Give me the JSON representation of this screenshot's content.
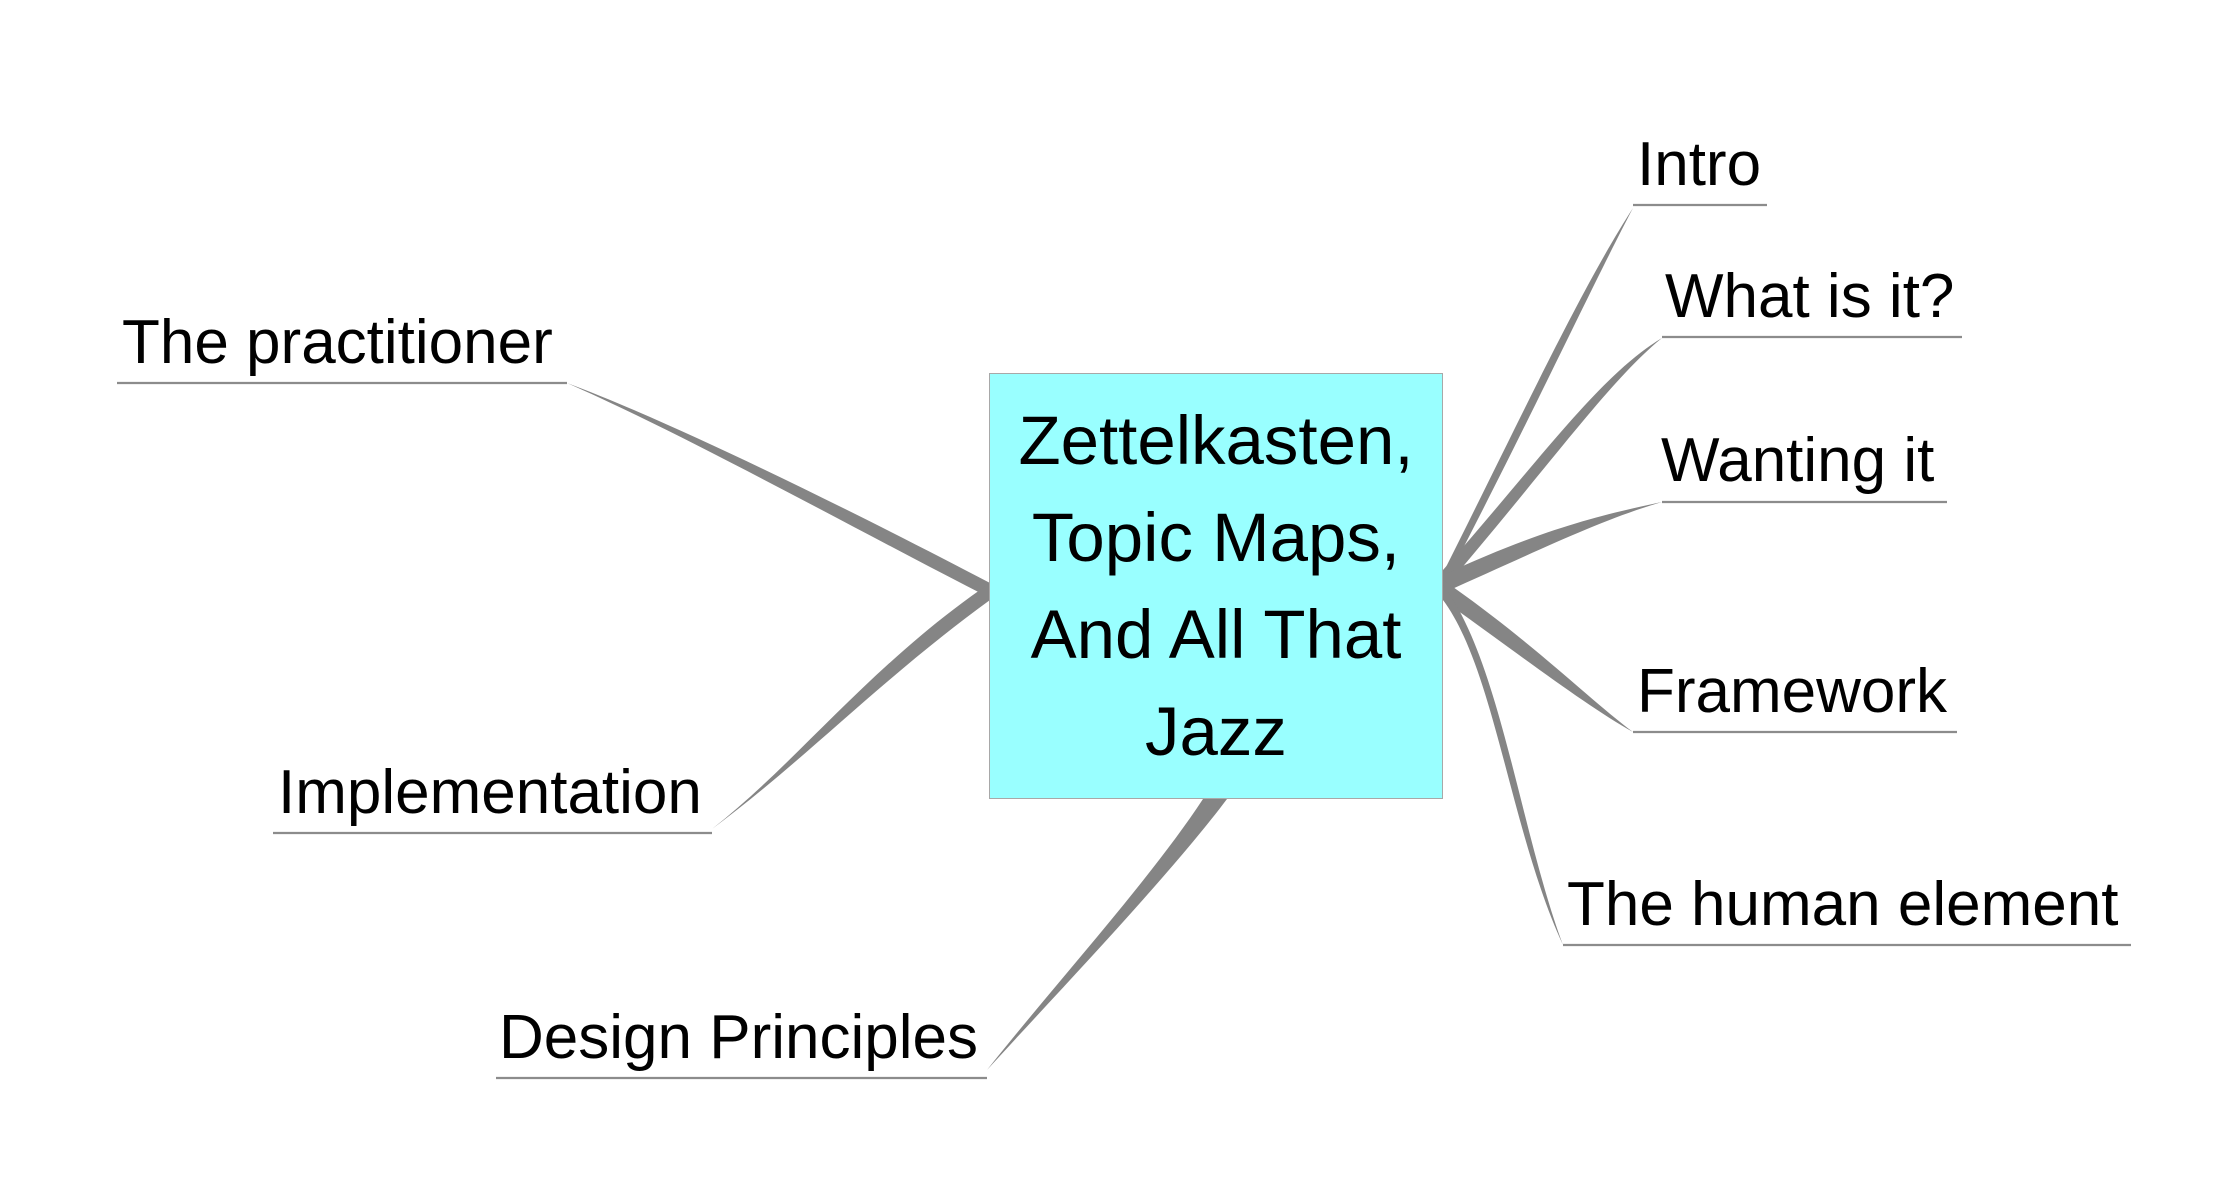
{
  "central_topic": {
    "text": "Zettelkasten,\nTopic Maps,\nAnd All That\nJazz",
    "fill_color": "#99ffff"
  },
  "branch_color": "#858585",
  "left_topics": [
    {
      "label": "The practitioner"
    },
    {
      "label": "Implementation"
    },
    {
      "label": "Design Principles"
    }
  ],
  "right_topics": [
    {
      "label": "Intro"
    },
    {
      "label": "What is it?"
    },
    {
      "label": "Wanting it"
    },
    {
      "label": "Framework"
    },
    {
      "label": "The human element"
    }
  ]
}
